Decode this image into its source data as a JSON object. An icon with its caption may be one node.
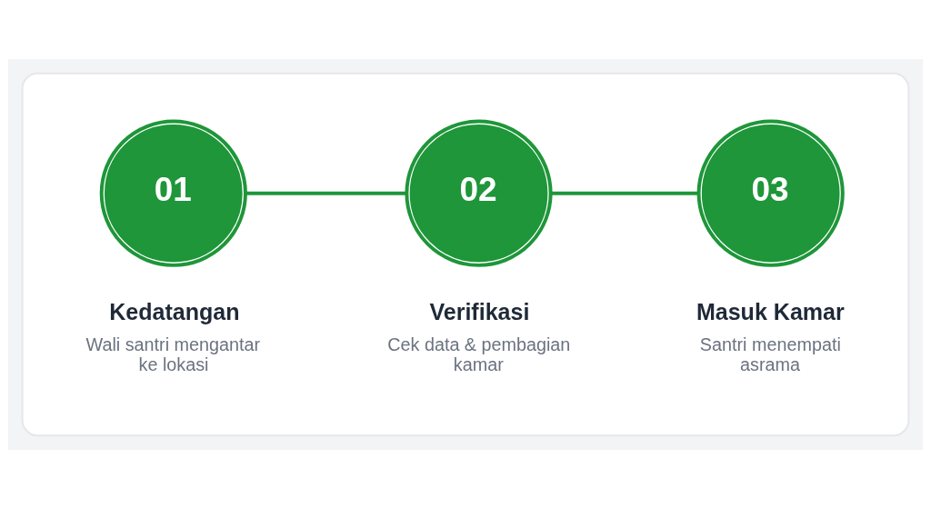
{
  "diagram": {
    "nodes": [
      {
        "text": [],
        "shape": "box"
      },
      {
        "text": [
          "01"
        ],
        "in": 0,
        "beside": [
          "Kedatangan",
          "Wali santri mengantar ke lokasi"
        ]
      },
      {
        "text": [
          "02"
        ],
        "in": 0,
        "beside": [
          "Verifikasi",
          "Cek data & pembagian kamar"
        ]
      },
      {
        "text": [
          "03"
        ],
        "in": 0,
        "beside": [
          "Masuk Kamar",
          "Santri menempati asrama"
        ]
      }
    ],
    "edges": [
      {
        "from": 1,
        "to": 2,
        "arrow": "none"
      },
      {
        "from": 2,
        "to": 3,
        "arrow": "none"
      }
    ]
  }
}
